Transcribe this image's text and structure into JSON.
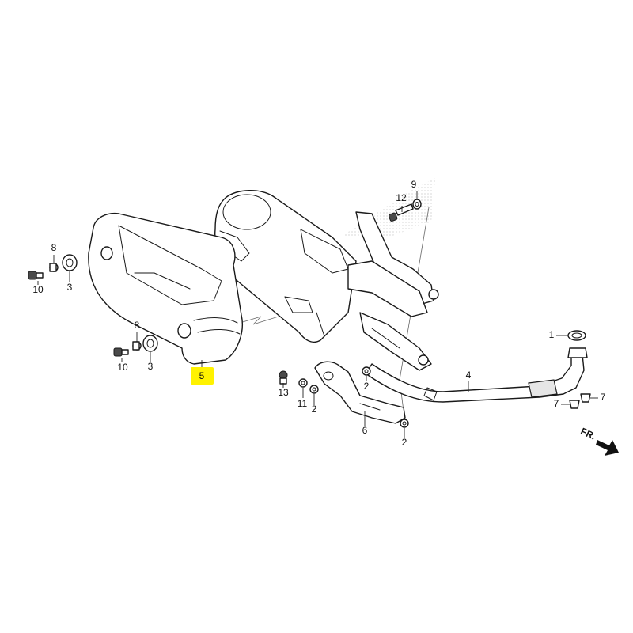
{
  "callouts": {
    "c1": "1",
    "c2a": "2",
    "c2b": "2",
    "c2c": "2",
    "c3a": "3",
    "c3b": "3",
    "c4": "4",
    "c5": "5",
    "c6": "6",
    "c7a": "7",
    "c7b": "7",
    "c8a": "8",
    "c8b": "8",
    "c9": "9",
    "c10a": "10",
    "c10b": "10",
    "c11": "11",
    "c12": "12",
    "c13": "13"
  },
  "direction_label": "FR.",
  "highlight_color": "#fff200"
}
